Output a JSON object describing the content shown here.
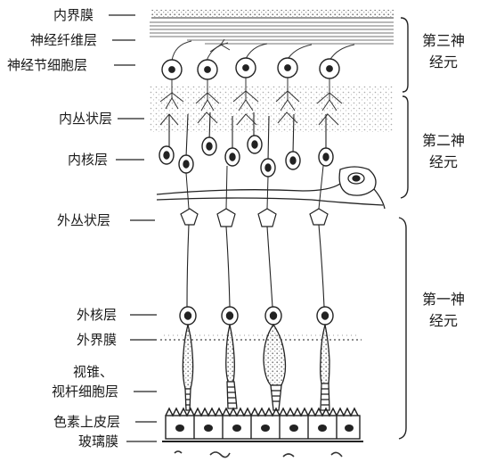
{
  "layers": {
    "inner_limiting_membrane": "内界膜",
    "nerve_fiber_layer": "神经纤维层",
    "ganglion_cell_layer": "神经节细胞层",
    "inner_plexiform_layer": "内丛状层",
    "inner_nuclear_layer": "内核层",
    "outer_plexiform_layer": "外丛状层",
    "outer_nuclear_layer": "外核层",
    "outer_limiting_membrane": "外界膜",
    "rod_cone_layer_line1": "视锥、",
    "rod_cone_layer_line2": "视杆细胞层",
    "pigment_epithelium": "色素上皮层",
    "bruchs_membrane": "玻璃膜"
  },
  "neurons": {
    "third": {
      "line1": "第三神",
      "line2": "经元"
    },
    "second": {
      "line1": "第二神",
      "line2": "经元"
    },
    "first": {
      "line1": "第一神",
      "line2": "经元"
    }
  }
}
